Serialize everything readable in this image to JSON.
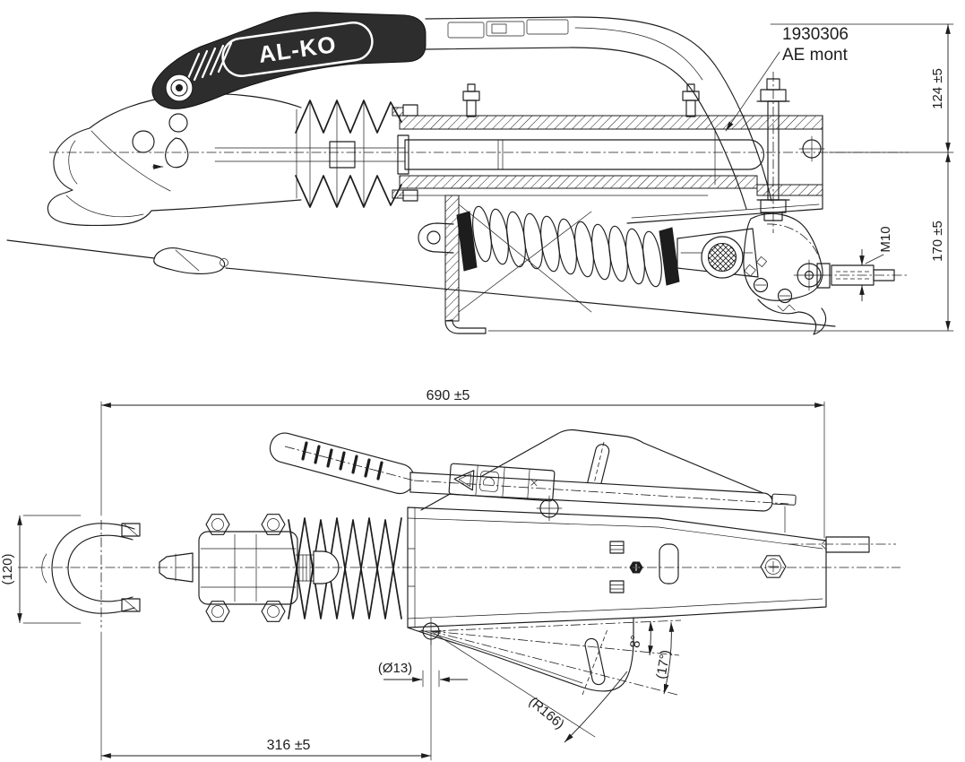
{
  "colors": {
    "background": "#ffffff",
    "ink": "#1d1d1d",
    "handle_fill": "#2d2d2d"
  },
  "callout": {
    "part_number": "1930306",
    "variant_label": "AE mont"
  },
  "brand": {
    "logo_text": "AL-KO"
  },
  "side_view": {
    "label": "side elevation of AL-KO overrun hitch assembly",
    "dimensions": {
      "handle_height": "124 ±5",
      "support_height": "170 ±5",
      "rod_thread": "M10"
    }
  },
  "plan_view": {
    "label": "top plan of AL-KO overrun hitch assembly",
    "dimensions": {
      "overall_length": "690 ±5",
      "handle_width": "(120)",
      "pivot_hole_diameter": "(Ø13)",
      "pivot_hole_distance": "316 ±5",
      "lever_angle_1": "8°",
      "lever_angle_2": "(17°)",
      "lever_radius": "(R166)"
    }
  }
}
